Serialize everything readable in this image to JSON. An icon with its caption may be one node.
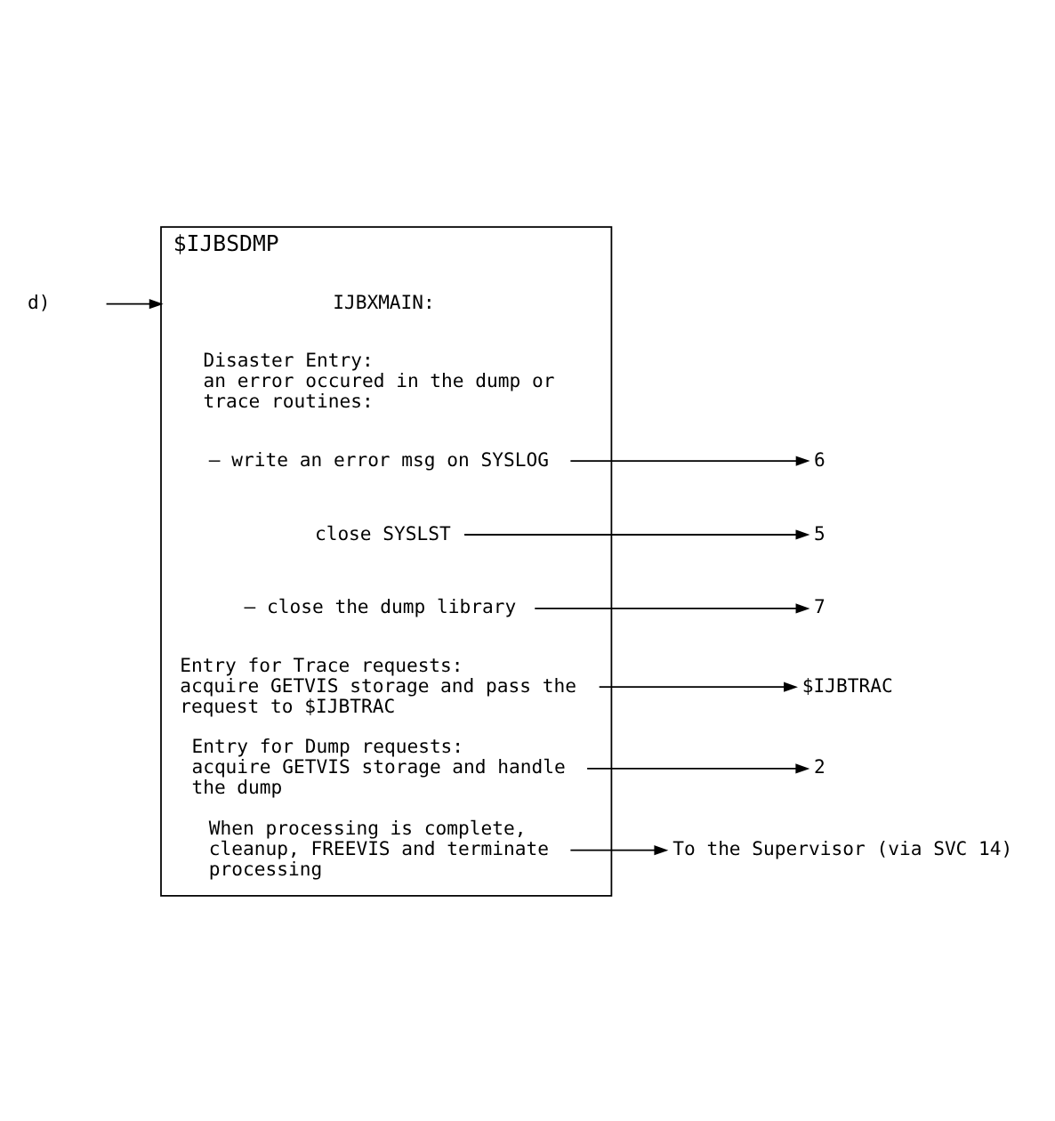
{
  "diagram": {
    "nodes": [
      {
        "text": [
          "d)"
        ]
      },
      {
        "text": [
          "$IJBSDMP"
        ]
      },
      {
        "text": [
          "IJBXMAIN:"
        ],
        "in": 1
      },
      {
        "text": [
          "Disaster Entry:",
          "an error occured in the dump or trace routines:"
        ],
        "in": 1
      },
      {
        "text": [
          "– write an error msg on SYSLOG"
        ],
        "in": 1
      },
      {
        "text": [
          "close SYSLST"
        ],
        "in": 1
      },
      {
        "text": [
          "– close the dump library"
        ],
        "in": 1
      },
      {
        "text": [
          "Entry for Trace requests:",
          "acquire GETVIS storage and pass the request to $IJBTRAC"
        ],
        "in": 1
      },
      {
        "text": [
          "Entry for Dump requests:",
          "acquire GETVIS storage and handle the dump"
        ],
        "in": 1
      },
      {
        "text": [
          "When processing is complete, cleanup, FREEVIS and terminate processing"
        ],
        "in": 1
      },
      {
        "text": [
          "6"
        ]
      },
      {
        "text": [
          "5"
        ]
      },
      {
        "text": [
          "7"
        ]
      },
      {
        "text": [
          "$IJBTRAC"
        ]
      },
      {
        "text": [
          "2"
        ]
      },
      {
        "text": [
          "To the Supervisor (via SVC 14)"
        ]
      }
    ],
    "edges": [
      {
        "from": 0,
        "to": 1,
        "arrow": "to"
      },
      {
        "from": 4,
        "to": 10,
        "arrow": "to"
      },
      {
        "from": 5,
        "to": 11,
        "arrow": "to"
      },
      {
        "from": 6,
        "to": 12,
        "arrow": "to"
      },
      {
        "from": 7,
        "to": 13,
        "arrow": "to"
      },
      {
        "from": 8,
        "to": 14,
        "arrow": "to"
      },
      {
        "from": 9,
        "to": 15,
        "arrow": "to"
      }
    ]
  }
}
